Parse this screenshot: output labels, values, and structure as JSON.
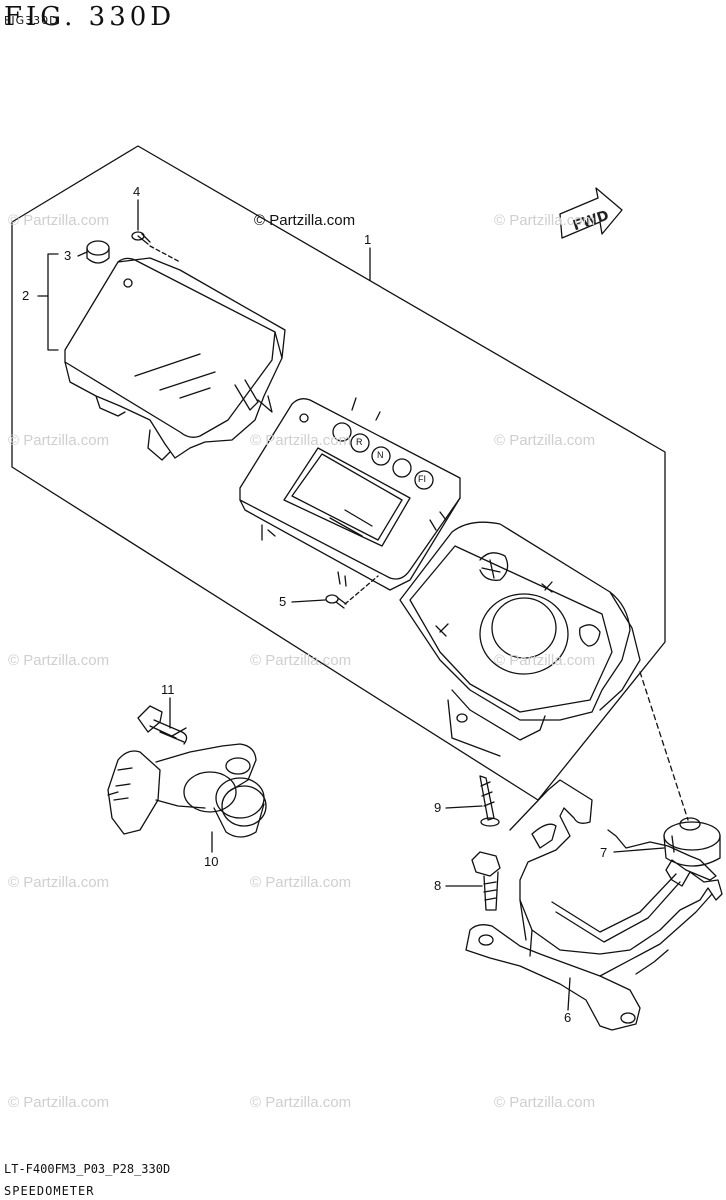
{
  "figure": {
    "title": "FIG. 330D",
    "subtitle": "FIG330D",
    "footer_code": "LT-F400FM3_P03_P28_330D",
    "footer_name": "SPEEDOMETER"
  },
  "copyright": "© Partzilla.com",
  "watermark": "© Partzilla.com",
  "fwd_label": "FWD",
  "indicator_letters": [
    "",
    "R",
    "N",
    "",
    "FI"
  ],
  "callouts": {
    "c1": "1",
    "c2": "2",
    "c3": "3",
    "c4": "4",
    "c5": "5",
    "c6": "6",
    "c7": "7",
    "c8": "8",
    "c9": "9",
    "c10": "10",
    "c11": "11"
  },
  "colors": {
    "line": "#111111",
    "watermark": "#cfcfcf",
    "background": "#ffffff"
  }
}
